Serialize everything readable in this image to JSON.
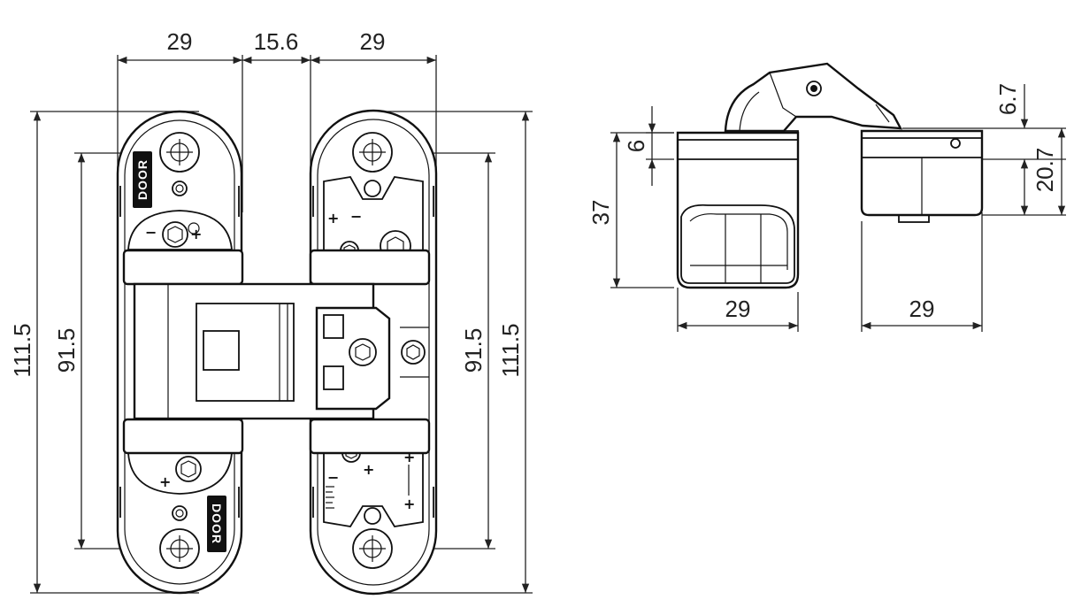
{
  "brand": "DOOR",
  "front_view": {
    "dim_top_left": "29",
    "dim_top_mid": "15.6",
    "dim_top_right": "29",
    "dim_left_outer": "111.5",
    "dim_left_inner": "91.5",
    "dim_right_inner": "91.5",
    "dim_right_outer": "111.5"
  },
  "side_view": {
    "dim_height": "37",
    "dim_small": "6",
    "dim_top_right": "6.7",
    "dim_right": "20.7",
    "dim_bottom_left": "29",
    "dim_bottom_right": "29"
  },
  "symbols": {
    "plus": "+",
    "minus": "−"
  }
}
